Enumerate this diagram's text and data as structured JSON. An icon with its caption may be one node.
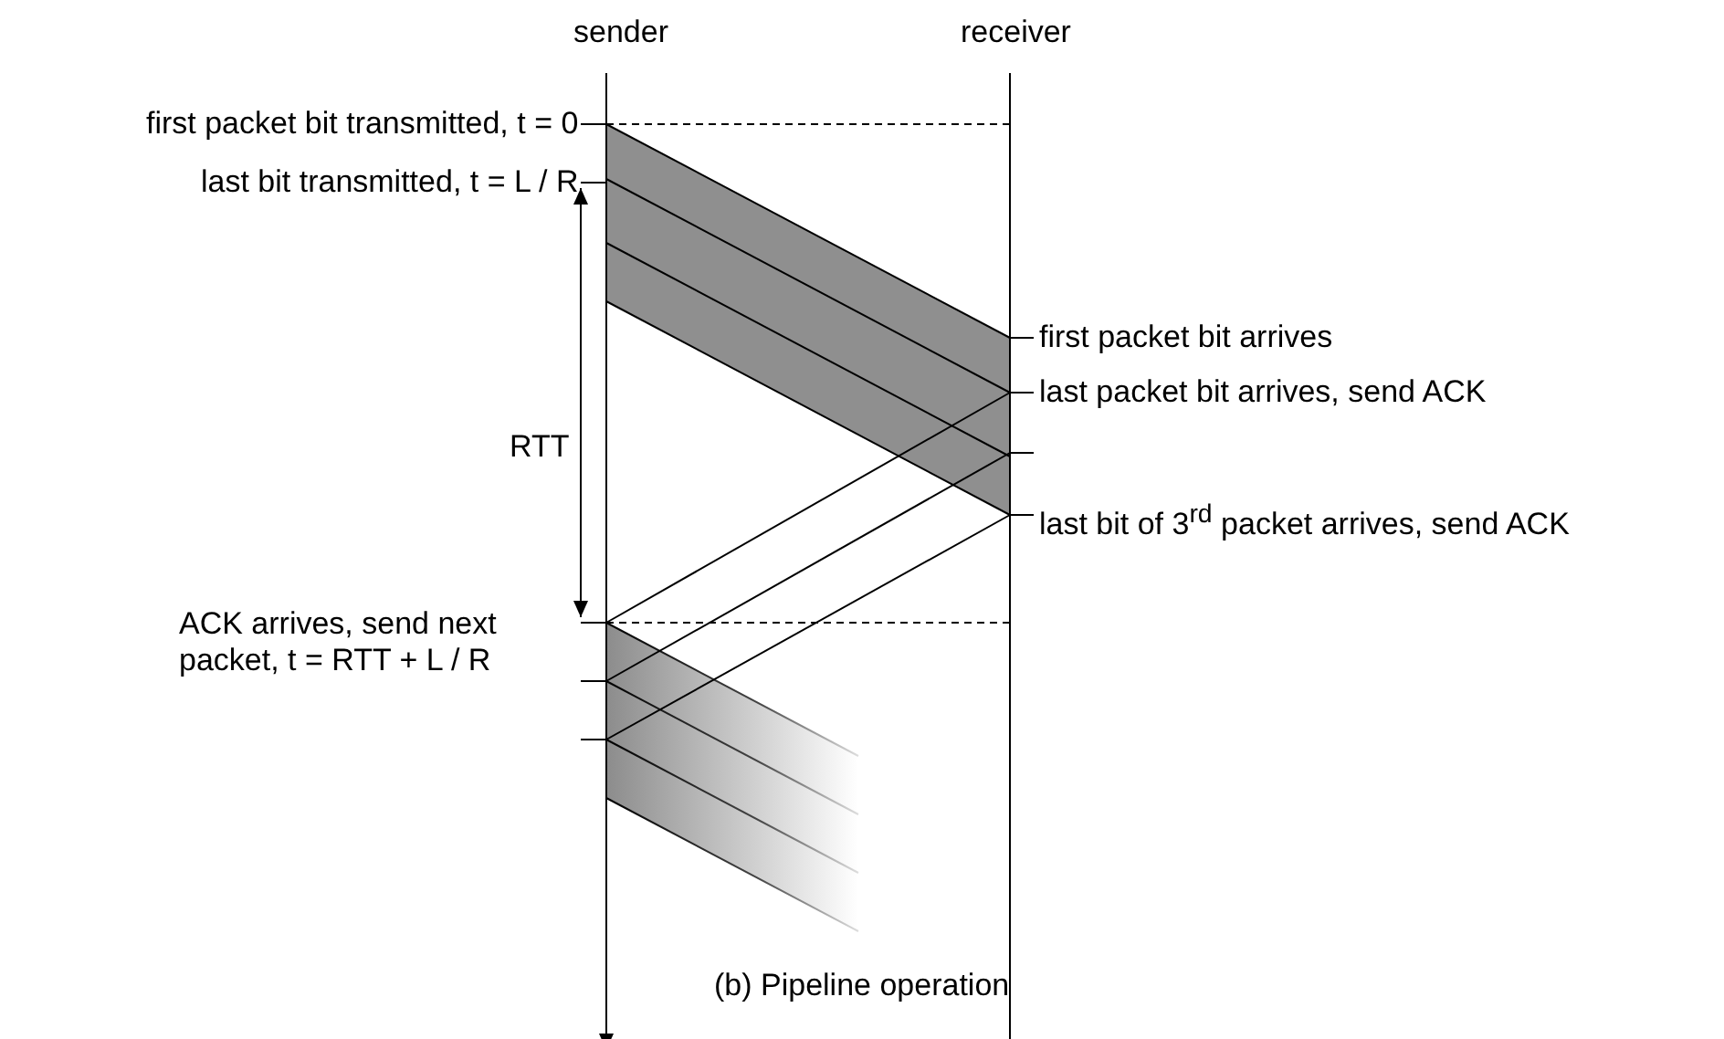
{
  "diagram": {
    "caption": "(b) Pipeline operation",
    "labels": [
      "sender",
      "receiver",
      "first packet bit transmitted, t = 0",
      "last bit transmitted, t = L / R",
      "RTT",
      "first packet bit arrives",
      "last packet bit arrives, send ACK",
      "last bit of 3$^{rd}$ packet arrives, send ACK",
      "ACK arrives, send next packet, t = RTT + L / R"
    ]
  }
}
